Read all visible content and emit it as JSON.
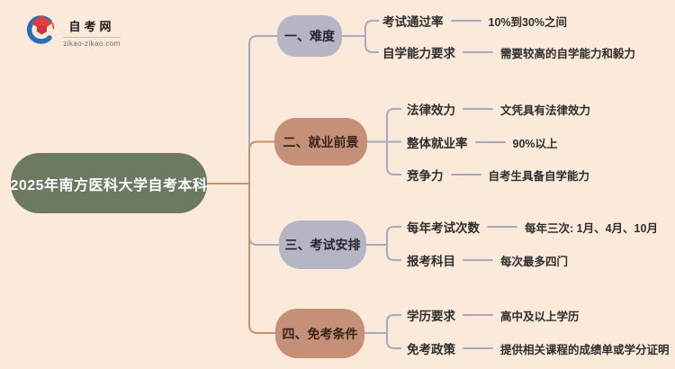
{
  "logo": {
    "site_name": "自考网",
    "site_url": "zikao-zikao.com"
  },
  "root": {
    "label": "2025年南方医科大学自考本科"
  },
  "branches": [
    {
      "label": "一、难度",
      "theme": "lavender",
      "items": [
        {
          "label": "考试通过率",
          "value": "10%到30%之间"
        },
        {
          "label": "自学能力要求",
          "value": "需要较高的自学能力和毅力"
        }
      ]
    },
    {
      "label": "二、就业前景",
      "theme": "tan",
      "items": [
        {
          "label": "法律效力",
          "value": "文凭具有法律效力"
        },
        {
          "label": "整体就业率",
          "value": "90%以上"
        },
        {
          "label": "竞争力",
          "value": "自考生具备自学能力"
        }
      ]
    },
    {
      "label": "三、考试安排",
      "theme": "lavender",
      "items": [
        {
          "label": "每年考试次数",
          "value": "每年三次: 1月、4月、10月"
        },
        {
          "label": "报考科目",
          "value": "每次最多四门"
        }
      ]
    },
    {
      "label": "四、免考条件",
      "theme": "tan",
      "items": [
        {
          "label": "学历要求",
          "value": "高中及以上学历"
        },
        {
          "label": "免考政策",
          "value": "提供相关课程的成绩单或学分证明"
        }
      ]
    }
  ],
  "colors": {
    "background": "#fbe9d9",
    "root_bg": "#6d7a62",
    "root_text": "#ffffff",
    "lavender": "#b5b5c5",
    "lavender_line": "#a9a9bd",
    "tan": "#c69078",
    "tan_line": "#c8906f",
    "node_text_dark": "#26262e",
    "node_text_tan": "#38231d",
    "leaf_text": "#2e2e2e",
    "logo_blue": "#2b6cb8",
    "logo_red": "#e23d3d"
  }
}
